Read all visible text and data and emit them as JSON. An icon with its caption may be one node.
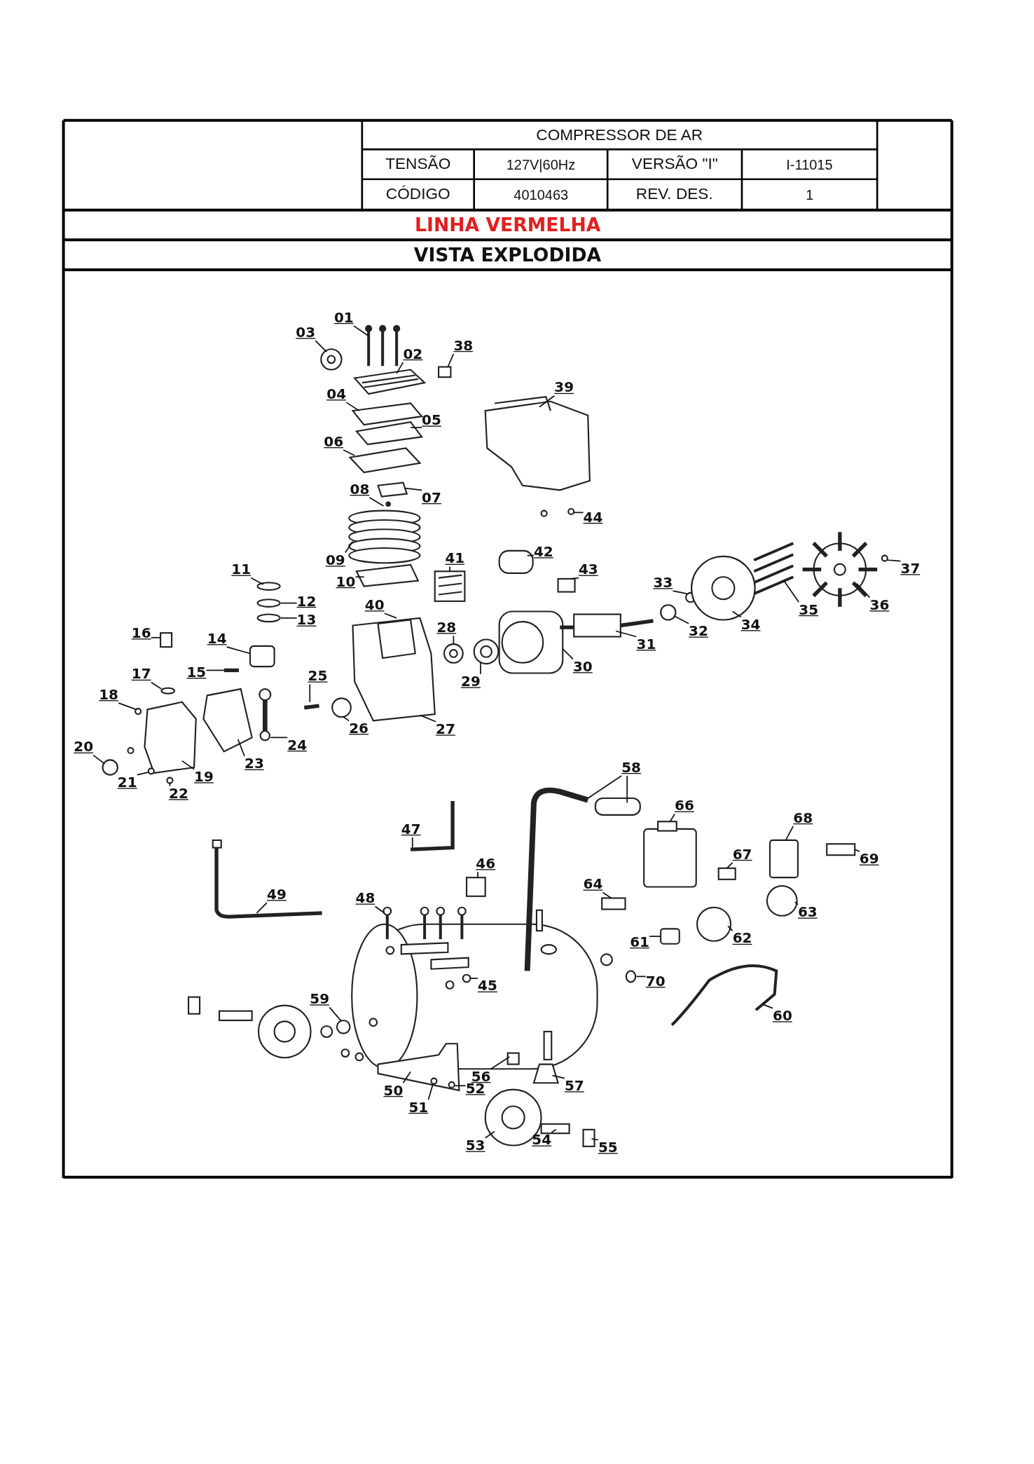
{
  "diagram": {
    "labels": [
      "COMPRESSOR DE AR",
      "TENSÃO",
      "127V|60Hz",
      "VERSÃO \"I\"",
      "I-11015",
      "CÓDIGO",
      "4010463",
      "REV. DES.",
      "1",
      "LINHA VERMELHA",
      "VISTA EXPLODIDA"
    ],
    "nodes": [
      {
        "text": [
          "01"
        ]
      },
      {
        "text": [
          "02"
        ]
      },
      {
        "text": [
          "03"
        ]
      },
      {
        "text": [
          "04"
        ]
      },
      {
        "text": [
          "05"
        ]
      },
      {
        "text": [
          "06"
        ]
      },
      {
        "text": [
          "07"
        ]
      },
      {
        "text": [
          "08"
        ]
      },
      {
        "text": [
          "09"
        ]
      },
      {
        "text": [
          "10"
        ]
      },
      {
        "text": [
          "11"
        ]
      },
      {
        "text": [
          "12"
        ]
      },
      {
        "text": [
          "13"
        ]
      },
      {
        "text": [
          "14"
        ]
      },
      {
        "text": [
          "15"
        ]
      },
      {
        "text": [
          "16"
        ]
      },
      {
        "text": [
          "17"
        ]
      },
      {
        "text": [
          "18"
        ]
      },
      {
        "text": [
          "19"
        ]
      },
      {
        "text": [
          "20"
        ]
      },
      {
        "text": [
          "21"
        ]
      },
      {
        "text": [
          "22"
        ]
      },
      {
        "text": [
          "23"
        ]
      },
      {
        "text": [
          "24"
        ]
      },
      {
        "text": [
          "25"
        ]
      },
      {
        "text": [
          "26"
        ]
      },
      {
        "text": [
          "27"
        ]
      },
      {
        "text": [
          "28"
        ]
      },
      {
        "text": [
          "29"
        ]
      },
      {
        "text": [
          "30"
        ]
      },
      {
        "text": [
          "31"
        ]
      },
      {
        "text": [
          "32"
        ]
      },
      {
        "text": [
          "33"
        ]
      },
      {
        "text": [
          "34"
        ]
      },
      {
        "text": [
          "35"
        ]
      },
      {
        "text": [
          "36"
        ]
      },
      {
        "text": [
          "37"
        ]
      },
      {
        "text": [
          "38"
        ]
      },
      {
        "text": [
          "39"
        ]
      },
      {
        "text": [
          "40"
        ]
      },
      {
        "text": [
          "41"
        ]
      },
      {
        "text": [
          "42"
        ]
      },
      {
        "text": [
          "43"
        ]
      },
      {
        "text": [
          "44"
        ]
      },
      {
        "text": [
          "45"
        ]
      },
      {
        "text": [
          "46"
        ]
      },
      {
        "text": [
          "47"
        ]
      },
      {
        "text": [
          "48"
        ]
      },
      {
        "text": [
          "49"
        ]
      },
      {
        "text": [
          "50"
        ]
      },
      {
        "text": [
          "51"
        ]
      },
      {
        "text": [
          "52"
        ]
      },
      {
        "text": [
          "53"
        ]
      },
      {
        "text": [
          "54"
        ]
      },
      {
        "text": [
          "55"
        ]
      },
      {
        "text": [
          "56"
        ]
      },
      {
        "text": [
          "57"
        ]
      },
      {
        "text": [
          "58"
        ]
      },
      {
        "text": [
          "59"
        ]
      },
      {
        "text": [
          "60"
        ]
      },
      {
        "text": [
          "61"
        ]
      },
      {
        "text": [
          "62"
        ]
      },
      {
        "text": [
          "63"
        ]
      },
      {
        "text": [
          "64"
        ]
      },
      {
        "text": [
          "66"
        ]
      },
      {
        "text": [
          "67"
        ]
      },
      {
        "text": [
          "68"
        ]
      },
      {
        "text": [
          "69"
        ]
      },
      {
        "text": [
          "70"
        ]
      }
    ],
    "edges": [
      {
        "from": 0,
        "to": null,
        "arrow": "none"
      },
      {
        "from": 1,
        "to": null,
        "arrow": "none"
      },
      {
        "from": 2,
        "to": null,
        "arrow": "none"
      },
      {
        "from": 3,
        "to": null,
        "arrow": "none"
      },
      {
        "from": 4,
        "to": null,
        "arrow": "none"
      },
      {
        "from": 5,
        "to": null,
        "arrow": "none"
      },
      {
        "from": 6,
        "to": null,
        "arrow": "none"
      },
      {
        "from": 7,
        "to": null,
        "arrow": "none"
      },
      {
        "from": 8,
        "to": null,
        "arrow": "none"
      },
      {
        "from": 9,
        "to": null,
        "arrow": "none"
      },
      {
        "from": 10,
        "to": null,
        "arrow": "none"
      },
      {
        "from": 11,
        "to": null,
        "arrow": "none"
      },
      {
        "from": 12,
        "to": null,
        "arrow": "none"
      },
      {
        "from": 13,
        "to": null,
        "arrow": "none"
      },
      {
        "from": 14,
        "to": null,
        "arrow": "none"
      },
      {
        "from": 15,
        "to": null,
        "arrow": "none"
      },
      {
        "from": 16,
        "to": null,
        "arrow": "none"
      },
      {
        "from": 17,
        "to": null,
        "arrow": "none"
      },
      {
        "from": 18,
        "to": null,
        "arrow": "none"
      },
      {
        "from": 19,
        "to": null,
        "arrow": "none"
      },
      {
        "from": 20,
        "to": null,
        "arrow": "none"
      },
      {
        "from": 21,
        "to": null,
        "arrow": "none"
      },
      {
        "from": 22,
        "to": null,
        "arrow": "none"
      },
      {
        "from": 23,
        "to": null,
        "arrow": "none"
      },
      {
        "from": 24,
        "to": null,
        "arrow": "none"
      },
      {
        "from": 25,
        "to": null,
        "arrow": "none"
      },
      {
        "from": 26,
        "to": null,
        "arrow": "none"
      },
      {
        "from": 27,
        "to": null,
        "arrow": "none"
      },
      {
        "from": 28,
        "to": null,
        "arrow": "none"
      },
      {
        "from": 29,
        "to": null,
        "arrow": "none"
      },
      {
        "from": 30,
        "to": null,
        "arrow": "none"
      },
      {
        "from": 31,
        "to": null,
        "arrow": "none"
      },
      {
        "from": 32,
        "to": null,
        "arrow": "none"
      },
      {
        "from": 33,
        "to": null,
        "arrow": "none"
      },
      {
        "from": 34,
        "to": null,
        "arrow": "none"
      },
      {
        "from": 35,
        "to": null,
        "arrow": "none"
      },
      {
        "from": 36,
        "to": null,
        "arrow": "none"
      },
      {
        "from": 37,
        "to": null,
        "arrow": "none"
      },
      {
        "from": 38,
        "to": null,
        "arrow": "none"
      },
      {
        "from": 39,
        "to": null,
        "arrow": "none"
      },
      {
        "from": 40,
        "to": null,
        "arrow": "none"
      },
      {
        "from": 41,
        "to": null,
        "arrow": "none"
      },
      {
        "from": 42,
        "to": null,
        "arrow": "none"
      },
      {
        "from": 43,
        "to": null,
        "arrow": "none"
      },
      {
        "from": 44,
        "to": null,
        "arrow": "none"
      },
      {
        "from": 45,
        "to": null,
        "arrow": "none"
      },
      {
        "from": 46,
        "to": null,
        "arrow": "none"
      },
      {
        "from": 47,
        "to": null,
        "arrow": "none"
      },
      {
        "from": 48,
        "to": null,
        "arrow": "none"
      },
      {
        "from": 49,
        "to": null,
        "arrow": "none"
      },
      {
        "from": 50,
        "to": null,
        "arrow": "none"
      },
      {
        "from": 51,
        "to": null,
        "arrow": "none"
      },
      {
        "from": 52,
        "to": null,
        "arrow": "none"
      },
      {
        "from": 53,
        "to": null,
        "arrow": "none"
      },
      {
        "from": 54,
        "to": null,
        "arrow": "none"
      },
      {
        "from": 55,
        "to": null,
        "arrow": "none"
      },
      {
        "from": 56,
        "to": null,
        "arrow": "none"
      },
      {
        "from": 57,
        "to": null,
        "arrow": "none"
      },
      {
        "from": 57,
        "to": null,
        "arrow": "none"
      },
      {
        "from": 58,
        "to": null,
        "arrow": "none"
      },
      {
        "from": 59,
        "to": null,
        "arrow": "none"
      },
      {
        "from": 60,
        "to": null,
        "arrow": "none"
      },
      {
        "from": 61,
        "to": null,
        "arrow": "none"
      },
      {
        "from": 62,
        "to": null,
        "arrow": "none"
      },
      {
        "from": 63,
        "to": null,
        "arrow": "none"
      },
      {
        "from": 64,
        "to": null,
        "arrow": "none"
      },
      {
        "from": 65,
        "to": null,
        "arrow": "none"
      },
      {
        "from": 66,
        "to": null,
        "arrow": "none"
      },
      {
        "from": 67,
        "to": null,
        "arrow": "none"
      },
      {
        "from": 68,
        "to": null,
        "arrow": "none"
      }
    ]
  }
}
